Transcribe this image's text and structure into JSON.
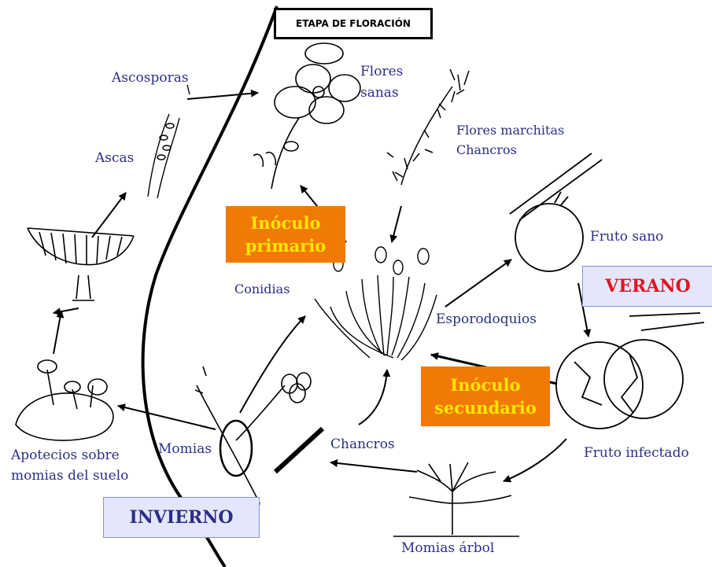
{
  "stage_label": "ETAPA DE FLORACIÓN",
  "labels": {
    "ascosporas": "Ascosporas",
    "ascas": "Ascas",
    "flores_sanas_1": "Flores",
    "flores_sanas_2": "sanas",
    "flores_marchitas": "Flores marchitas",
    "chancros_top": "Chancros",
    "fruto_sano": "Fruto sano",
    "conidias": "Conidias",
    "esporodoquios": "Esporodoquios",
    "momias": "Momias",
    "chancros_bottom": "Chancros",
    "fruto_infectado": "Fruto infectado",
    "apotecios_1": "Apotecios sobre",
    "apotecios_2": "momias del suelo",
    "momias_arbol": "Momias árbol"
  },
  "inoculum": {
    "primario": [
      "Inóculo",
      "primario"
    ],
    "secundario": [
      "Inóculo",
      "secundario"
    ]
  },
  "seasons": {
    "verano": "VERANO",
    "invierno": "INVIERNO"
  },
  "colors": {
    "label_text": "#2b2f86",
    "orange_box": "#f07a05",
    "orange_text": "#ffe600",
    "season_box": "#e4e7fb",
    "verano_text": "#e0141e",
    "invierno_text": "#2b2f86"
  }
}
